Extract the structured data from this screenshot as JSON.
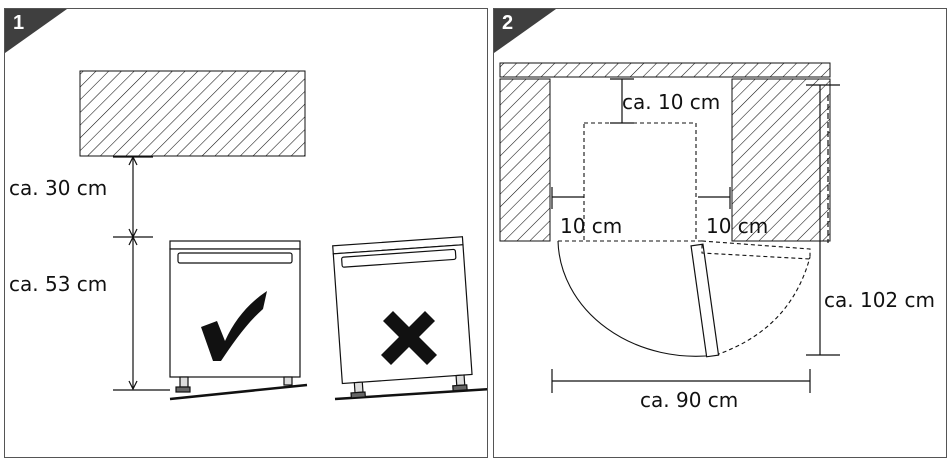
{
  "panels": [
    {
      "number": "1",
      "labels": {
        "top_clearance": "ca. 30 cm",
        "height": "ca. 53 cm"
      },
      "icons": {
        "ok": "checkmark-icon",
        "not_ok": "cross-icon"
      }
    },
    {
      "number": "2",
      "labels": {
        "back_clearance": "ca. 10 cm",
        "left_clearance": "10 cm",
        "right_clearance": "10 cm",
        "depth": "ca. 102 cm",
        "width": "ca. 90 cm"
      }
    }
  ],
  "colors": {
    "line": "#111111",
    "badge": "#3f3f3f",
    "panel_border": "#555555"
  }
}
